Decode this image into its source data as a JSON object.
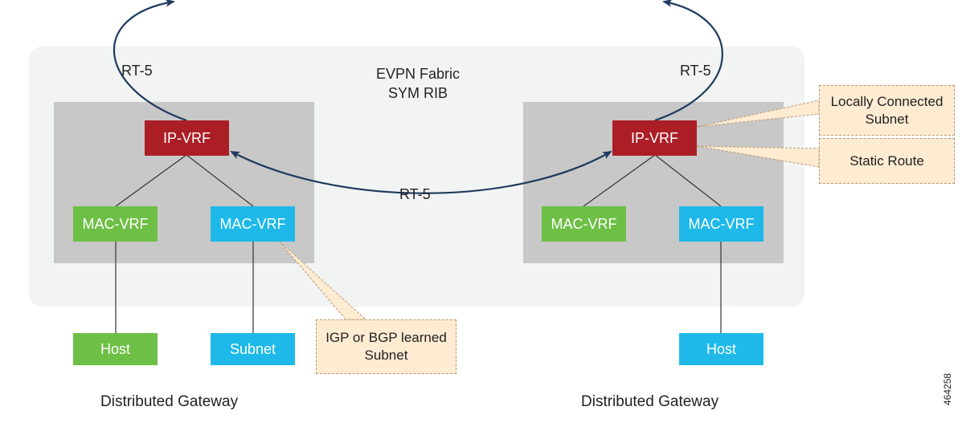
{
  "fabric": {
    "title_line1": "EVPN Fabric",
    "title_line2": "SYM RIB"
  },
  "left_gateway": {
    "label": "Distributed Gateway",
    "ip_vrf": "IP-VRF",
    "mac_vrf_green": "MAC-VRF",
    "mac_vrf_blue": "MAC-VRF",
    "endpoint_green": "Host",
    "endpoint_blue": "Subnet",
    "rt_label": "RT-5"
  },
  "right_gateway": {
    "label": "Distributed Gateway",
    "ip_vrf": "IP-VRF",
    "mac_vrf_green": "MAC-VRF",
    "mac_vrf_blue": "MAC-VRF",
    "endpoint_blue": "Host",
    "rt_label": "RT-5"
  },
  "middle_rt_label": "RT-5",
  "callouts": {
    "locally_connected": "Locally Connected Subnet",
    "static_route": "Static Route",
    "igp_bgp": "IGP or BGP learned Subnet"
  },
  "figure_id": "464258",
  "colors": {
    "ip_vrf": "#ab1e26",
    "mac_vrf_green": "#6ebf45",
    "mac_vrf_blue": "#1eb9e8",
    "arrow": "#1f3a5f",
    "callout_fill": "#fdebd2"
  }
}
